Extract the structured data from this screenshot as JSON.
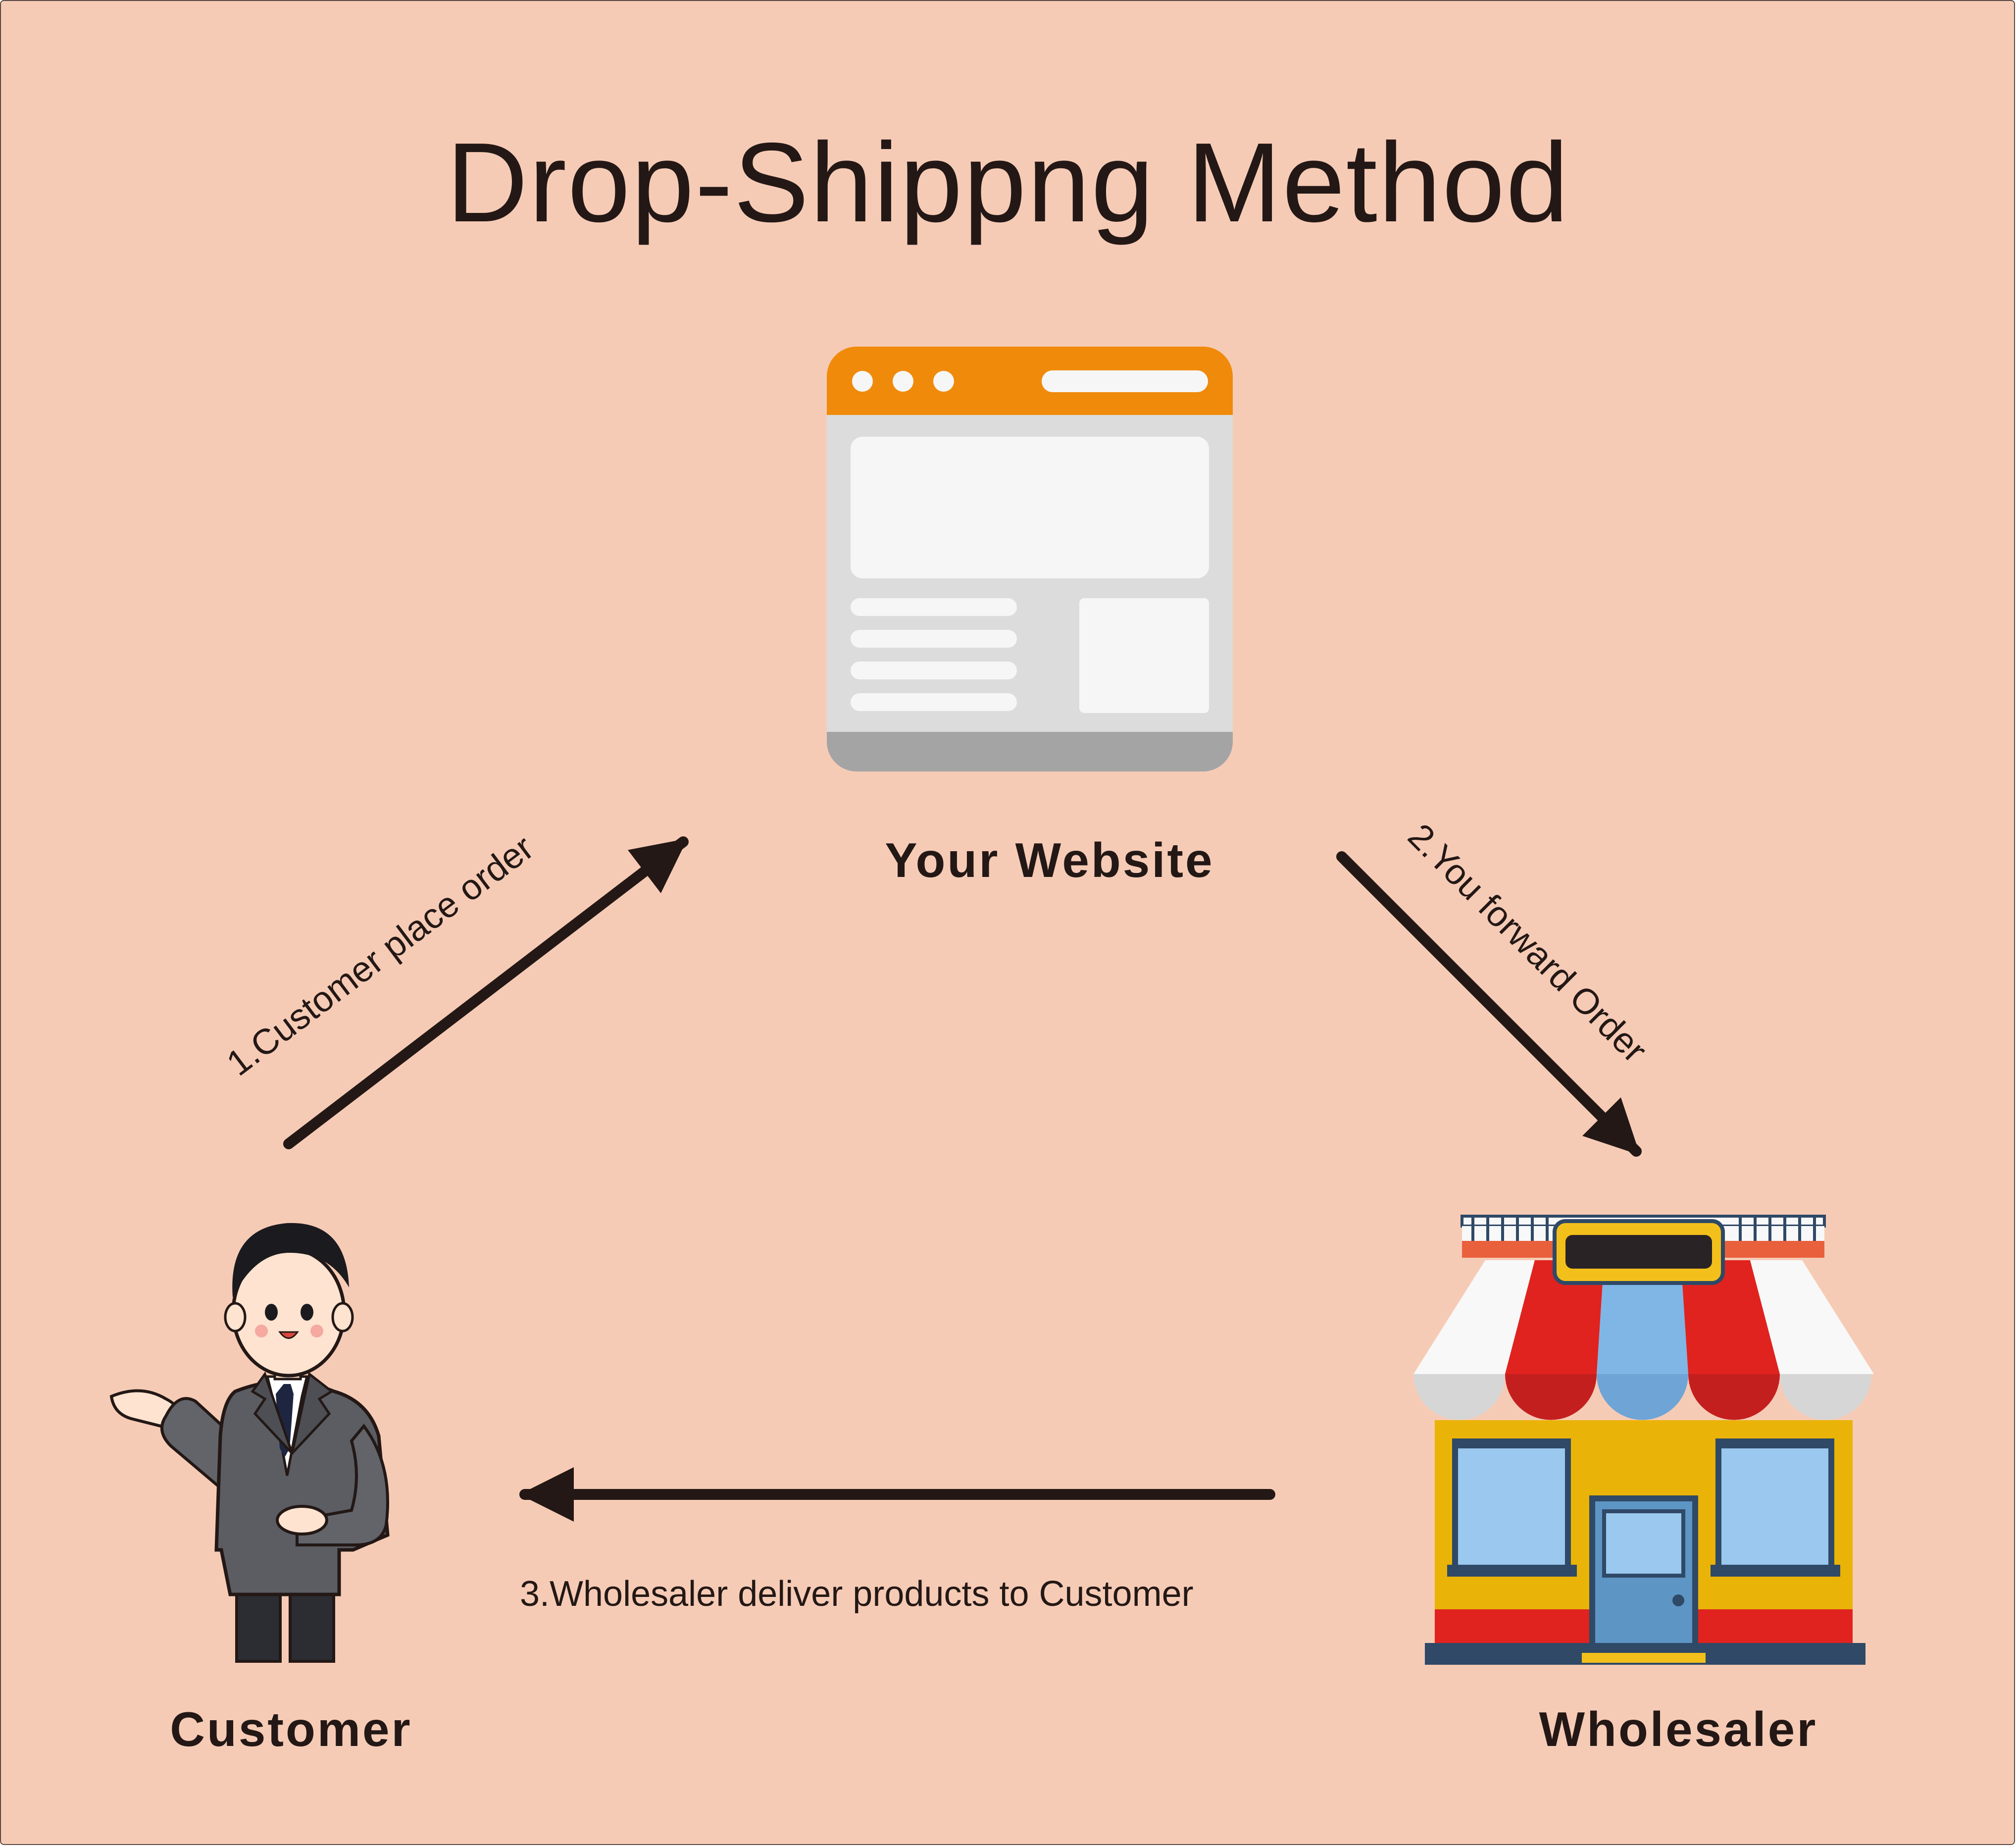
{
  "title": "Drop-Shippng Method",
  "nodes": {
    "website": {
      "label": "Your Website"
    },
    "customer": {
      "label": "Customer"
    },
    "wholesaler": {
      "label": "Wholesaler"
    }
  },
  "edges": [
    {
      "from": "customer",
      "to": "website",
      "label": "1.Customer place order"
    },
    {
      "from": "website",
      "to": "wholesaler",
      "label": "2.You forward Order"
    },
    {
      "from": "wholesaler",
      "to": "customer",
      "label": "3.Wholesaler deliver products to Customer"
    }
  ],
  "colors": {
    "background": "#f6cbb6",
    "text": "#231815",
    "browser_bar": "#f08a0a",
    "browser_body": "#dcdcdc",
    "store_wall": "#eab308",
    "awning_red": "#e0231f",
    "awning_blue": "#7fb6e6",
    "suit": "#5b5d63"
  }
}
